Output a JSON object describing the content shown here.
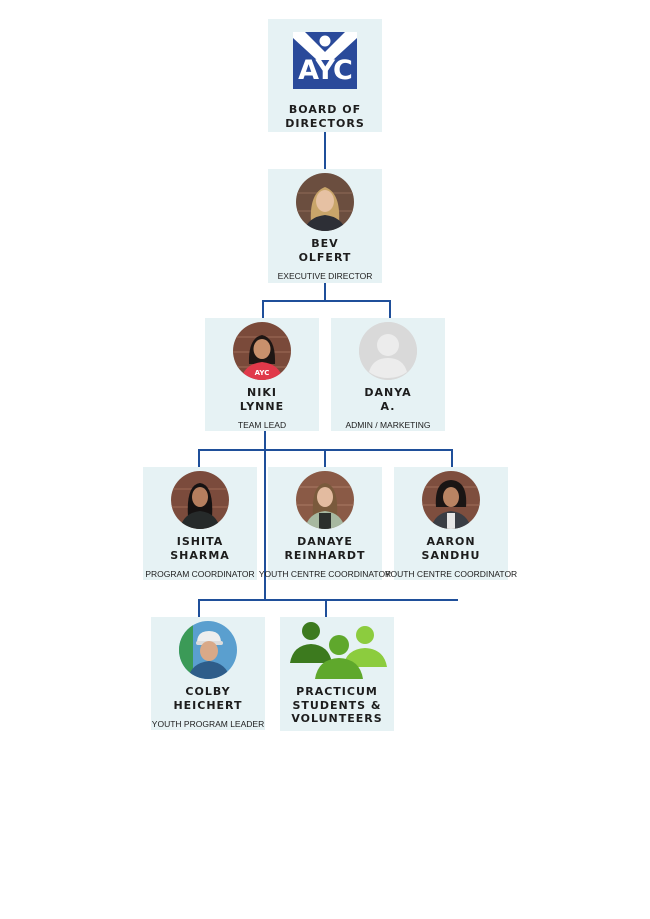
{
  "logo": {
    "letters": "AYC",
    "title_line1": "BOARD OF",
    "title_line2": "DIRECTORS"
  },
  "people": {
    "bev": {
      "first": "BEV",
      "last": "OLFERT",
      "role": "EXECUTIVE DIRECTOR"
    },
    "niki": {
      "first": "NIKI",
      "last": "LYNNE",
      "role": "TEAM LEAD",
      "shirt_text": "AYC"
    },
    "danya": {
      "first": "DANYA",
      "last": "A.",
      "role": "ADMIN / MARKETING"
    },
    "ishita": {
      "first": "ISHITA",
      "last": "SHARMA",
      "role": "PROGRAM COORDINATOR"
    },
    "danaye": {
      "first": "DANAYE",
      "last": "REINHARDT",
      "role": "YOUTH CENTRE COORDINATOR"
    },
    "aaron": {
      "first": "AARON",
      "last": "SANDHU",
      "role": "YOUTH CENTRE COORDINATOR"
    },
    "colby": {
      "first": "COLBY",
      "last": "HEICHERT",
      "role": "YOUTH PROGRAM LEADER"
    }
  },
  "group": {
    "line1": "PRACTICUM",
    "line2": "STUDENTS &",
    "line3": "VOLUNTEERS"
  },
  "colors": {
    "box_bg": "#e6f2f4",
    "connector": "#1f4f9a",
    "logo_blue": "#2a4a9a",
    "group_dark": "#3c7a1e",
    "group_mid": "#5fa82c",
    "group_light": "#8ccc3e"
  }
}
